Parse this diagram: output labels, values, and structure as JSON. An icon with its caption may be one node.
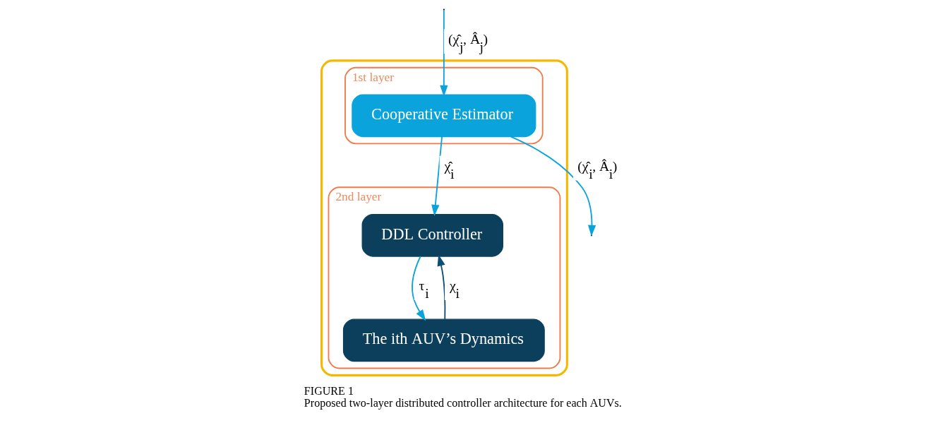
{
  "diagram": {
    "title": "FIGURE 1",
    "caption": "Proposed two-layer distributed controller architecture for each AUVs.",
    "nodes": [
      {
        "text": [],
        "shape": "cloud"
      },
      {
        "text": [
          "1st layer"
        ],
        "in": 0
      },
      {
        "text": [
          "Cooperative Estimator"
        ],
        "in": 1
      },
      {
        "text": [
          "2nd layer"
        ],
        "in": 0
      },
      {
        "text": [
          "DDL Controller"
        ],
        "in": 3
      },
      {
        "text": [
          "The ith AUV’s Dynamics"
        ],
        "in": 3
      }
    ],
    "edges": [
      {
        "from": 2,
        "to": null,
        "arrow": "to",
        "label": "(χ̂$_{i}$, Â$_{i}$)"
      },
      {
        "from": null,
        "to": 2,
        "arrow": "to",
        "label": "(χ̂$_{j}$, Â$_{j}$)"
      },
      {
        "from": 2,
        "to": 4,
        "arrow": "to",
        "label": "χ̂$_{i}$"
      },
      {
        "from": 4,
        "to": 5,
        "arrow": "to",
        "label": "τ$_{i}$"
      },
      {
        "from": 5,
        "to": 4,
        "arrow": "to",
        "label": "χ$_{i}$",
        "color": "#0b4f75"
      }
    ]
  }
}
